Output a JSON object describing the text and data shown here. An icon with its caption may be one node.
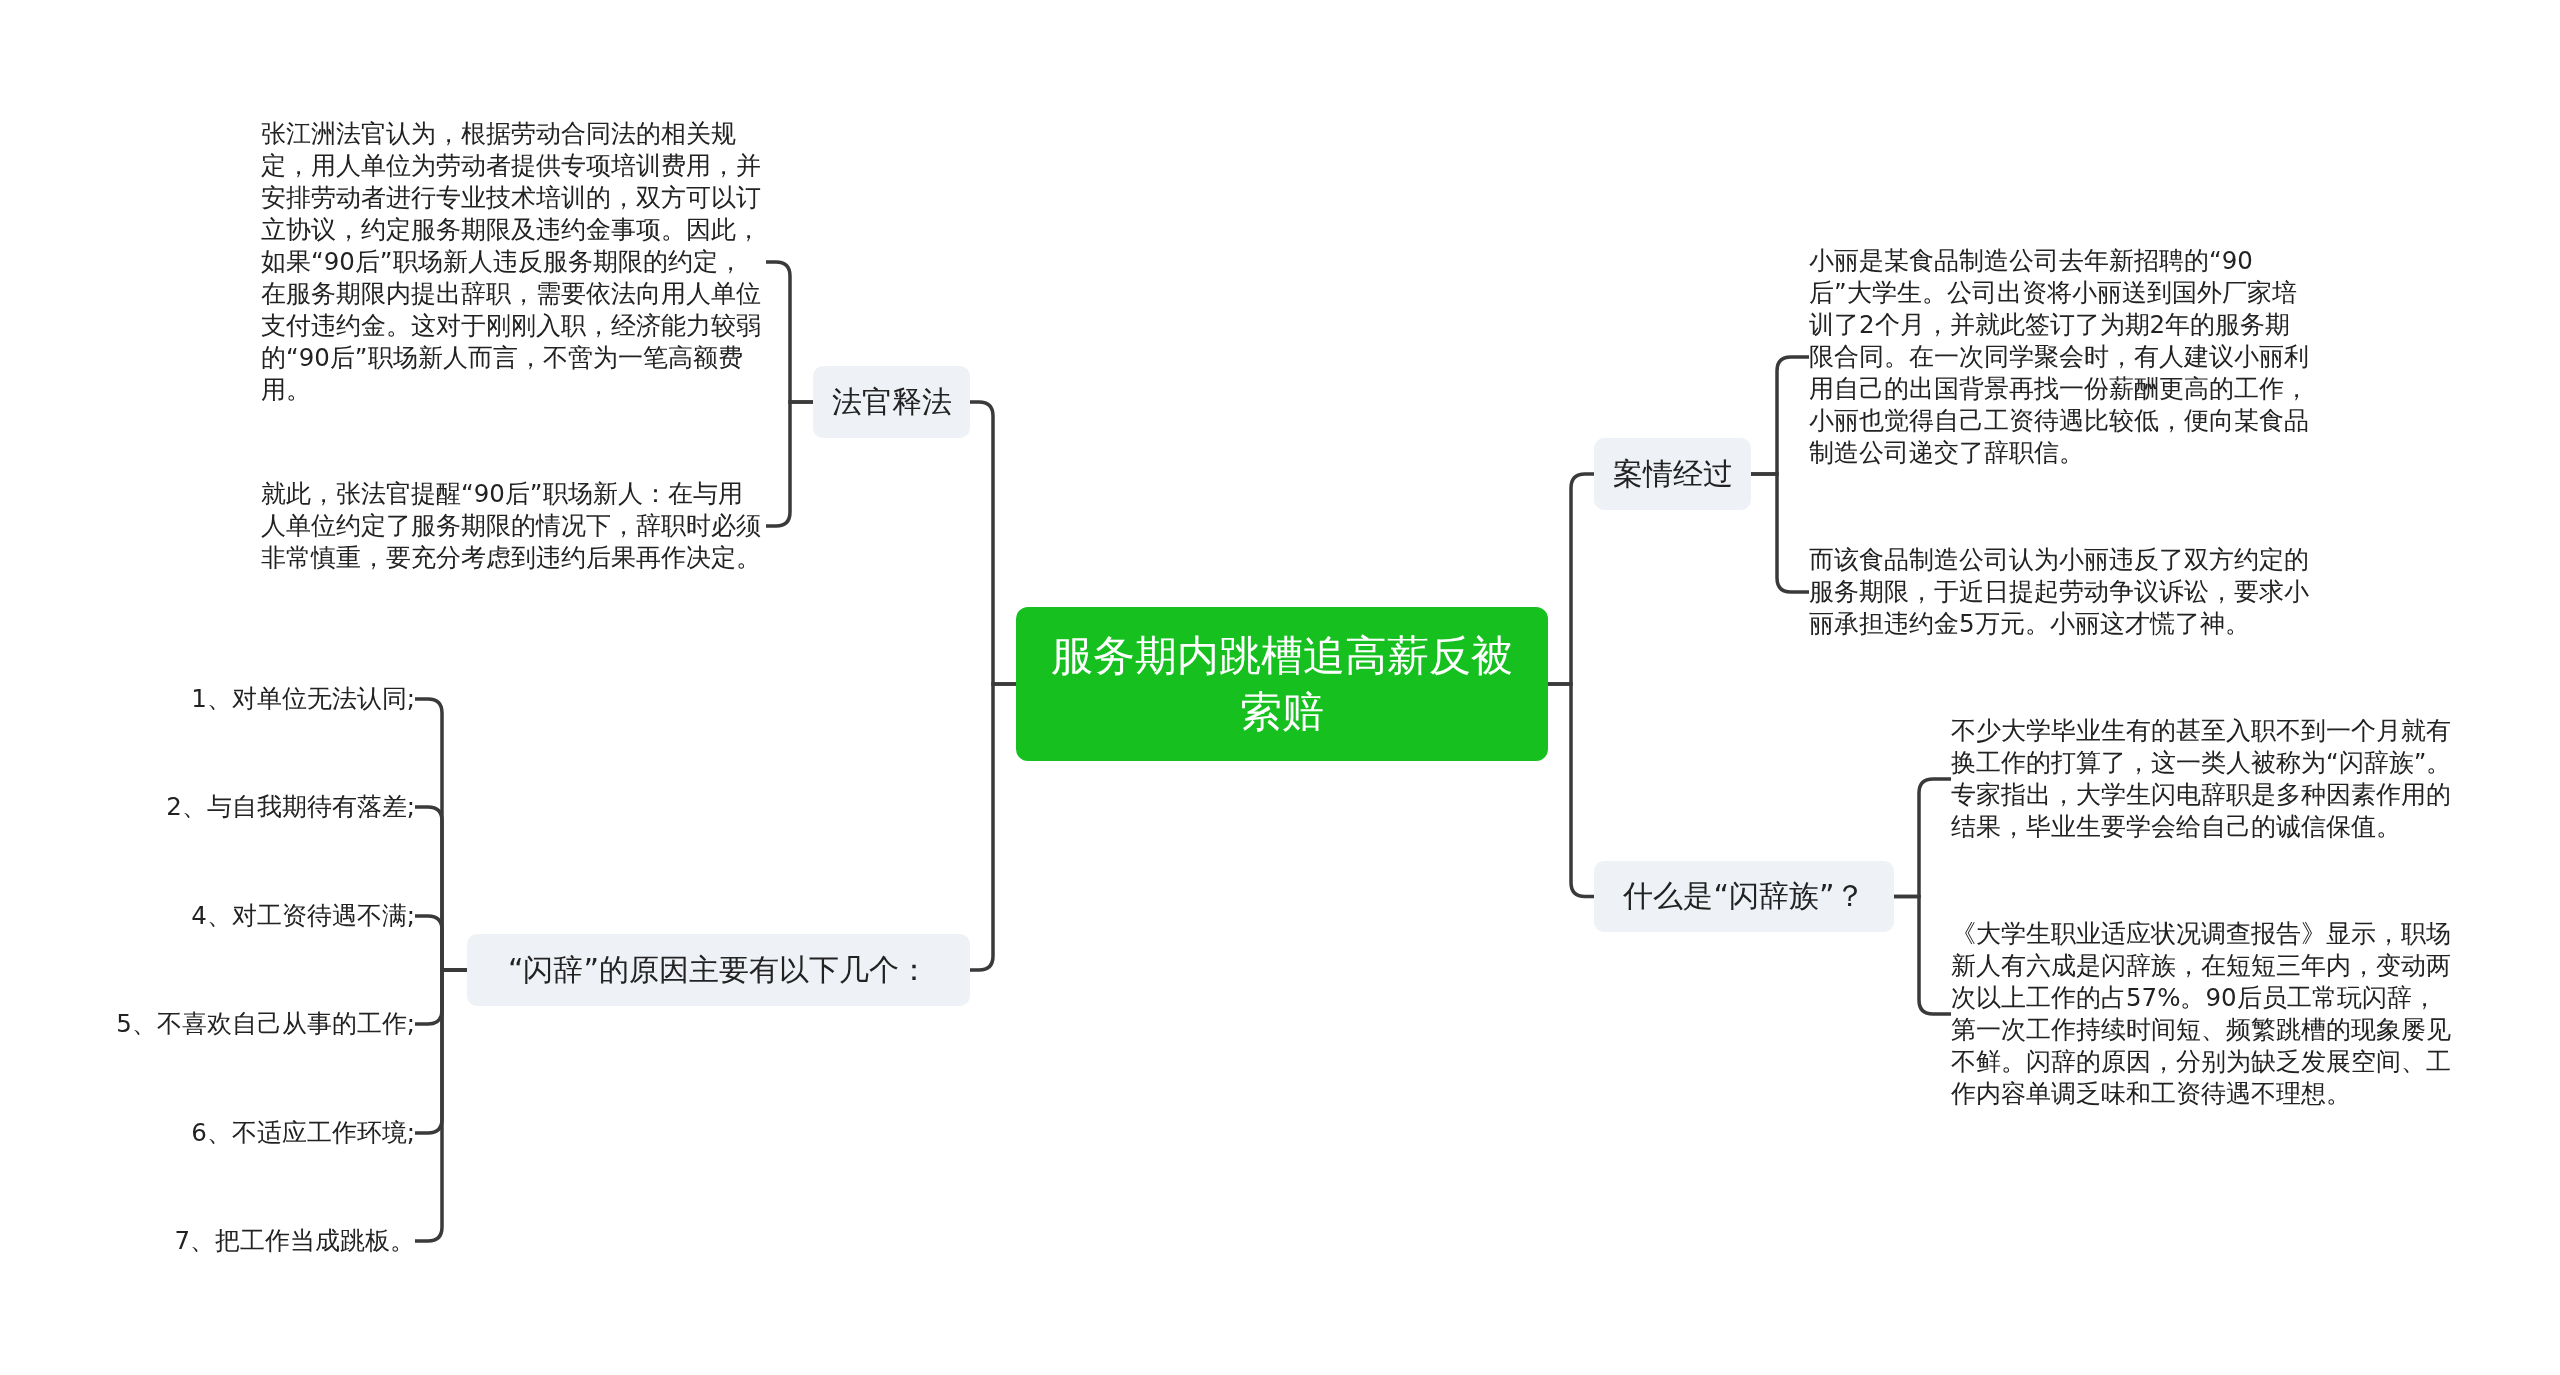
{
  "diagram": {
    "nodes": [
      {
        "text": [
          "服务期内跳槽追高薪反被索赔"
        ]
      },
      {
        "text": [
          "法官释法"
        ]
      },
      {
        "text": [
          "张江洲法官认为，根据劳动合同法的相关规定，用人单位为劳动者提供专项培训费用，并安排劳动者进行专业技术培训的，双方可以订立协议，约定服务期限及违约金事项。因此，如果“90后”职场新人违反服务期限的约定，在服务期限内提出辞职，需要依法向用人单位支付违约金。这对于刚刚入职，经济能力较弱的“90后”职场新人而言，不啻为一笔高额费用。"
        ]
      },
      {
        "text": [
          "就此，张法官提醒“90后”职场新人：在与用人单位约定了服务期限的情况下，辞职时必须非常慎重，要充分考虑到违约后果再作决定。"
        ]
      },
      {
        "text": [
          "“闪辞”的原因主要有以下几个："
        ]
      },
      {
        "text": [
          "1、对单位无法认同;"
        ]
      },
      {
        "text": [
          "2、与自我期待有落差;"
        ]
      },
      {
        "text": [
          "4、对工资待遇不满;"
        ]
      },
      {
        "text": [
          "5、不喜欢自己从事的工作;"
        ]
      },
      {
        "text": [
          "6、不适应工作环境;"
        ]
      },
      {
        "text": [
          "7、把工作当成跳板。"
        ]
      },
      {
        "text": [
          "案情经过"
        ]
      },
      {
        "text": [
          "小丽是某食品制造公司去年新招聘的“90后”大学生。公司出资将小丽送到国外厂家培训了2个月，并就此签订了为期2年的服务期限合同。在一次同学聚会时，有人建议小丽利用自己的出国背景再找一份薪酬更高的工作，小丽也觉得自己工资待遇比较低，便向某食品制造公司递交了辞职信。"
        ]
      },
      {
        "text": [
          "而该食品制造公司认为小丽违反了双方约定的服务期限，于近日提起劳动争议诉讼，要求小丽承担违约金5万元。小丽这才慌了神。"
        ]
      },
      {
        "text": [
          "什么是“闪辞族”？"
        ]
      },
      {
        "text": [
          "不少大学毕业生有的甚至入职不到一个月就有换工作的打算了，这一类人被称为“闪辞族”。专家指出，大学生闪电辞职是多种因素作用的结果，毕业生要学会给自己的诚信保值。"
        ]
      },
      {
        "text": [
          "《大学生职业适应状况调查报告》显示，职场新人有六成是闪辞族，在短短三年内，变动两次以上工作的占57%。90后员工常玩闪辞，第一次工作持续时间短、频繁跳槽的现象屡见不鲜。闪辞的原因，分别为缺乏发展空间、工作内容单调乏味和工资待遇不理想。"
        ]
      }
    ],
    "edges": [
      {
        "from": 0,
        "to": 1,
        "arrow": "none"
      },
      {
        "from": 0,
        "to": 4,
        "arrow": "none"
      },
      {
        "from": 0,
        "to": 11,
        "arrow": "none"
      },
      {
        "from": 0,
        "to": 14,
        "arrow": "none"
      },
      {
        "from": 1,
        "to": 2,
        "arrow": "none"
      },
      {
        "from": 1,
        "to": 3,
        "arrow": "none"
      },
      {
        "from": 4,
        "to": 5,
        "arrow": "none"
      },
      {
        "from": 4,
        "to": 6,
        "arrow": "none"
      },
      {
        "from": 4,
        "to": 7,
        "arrow": "none"
      },
      {
        "from": 4,
        "to": 8,
        "arrow": "none"
      },
      {
        "from": 4,
        "to": 9,
        "arrow": "none"
      },
      {
        "from": 4,
        "to": 10,
        "arrow": "none"
      },
      {
        "from": 11,
        "to": 12,
        "arrow": "none"
      },
      {
        "from": 11,
        "to": 13,
        "arrow": "none"
      },
      {
        "from": 14,
        "to": 15,
        "arrow": "none"
      },
      {
        "from": 14,
        "to": 16,
        "arrow": "none"
      }
    ]
  }
}
